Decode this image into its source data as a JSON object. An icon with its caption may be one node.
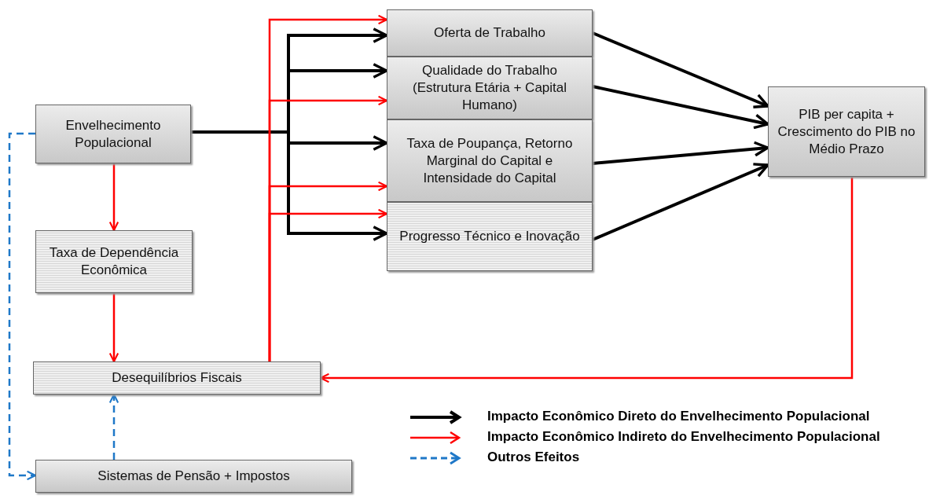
{
  "diagram": {
    "nodes": [
      {
        "text": [
          "Envelhecimento Populacional"
        ]
      },
      {
        "text": [
          "Oferta de Trabalho"
        ]
      },
      {
        "text": [
          "Qualidade do Trabalho (Estrutura Etária + Capital Humano)"
        ]
      },
      {
        "text": [
          "Taxa de Poupança, Retorno Marginal do Capital e Intensidade do Capital"
        ]
      },
      {
        "text": [
          "Progresso Técnico e Inovação"
        ]
      },
      {
        "text": [
          "PIB per capita + Crescimento do PIB no Médio Prazo"
        ]
      },
      {
        "text": [
          "Taxa de Dependência Econômica"
        ]
      },
      {
        "text": [
          "Desequilíbrios Fiscais"
        ]
      },
      {
        "text": [
          "Sistemas de Pensão + Impostos"
        ]
      }
    ],
    "edges": [
      {
        "from": 0,
        "to": 1,
        "arrow": "to"
      },
      {
        "from": 0,
        "to": 2,
        "arrow": "to"
      },
      {
        "from": 0,
        "to": 3,
        "arrow": "to"
      },
      {
        "from": 0,
        "to": 4,
        "arrow": "to"
      },
      {
        "from": 1,
        "to": 5,
        "arrow": "to"
      },
      {
        "from": 2,
        "to": 5,
        "arrow": "to"
      },
      {
        "from": 3,
        "to": 5,
        "arrow": "to"
      },
      {
        "from": 4,
        "to": 5,
        "arrow": "to"
      },
      {
        "from": 0,
        "to": 6,
        "arrow": "to",
        "color": "#ff0000"
      },
      {
        "from": 6,
        "to": 7,
        "arrow": "to",
        "color": "#ff0000"
      },
      {
        "from": 7,
        "to": 1,
        "arrow": "to",
        "color": "#ff0000"
      },
      {
        "from": 7,
        "to": 2,
        "arrow": "to",
        "color": "#ff0000"
      },
      {
        "from": 7,
        "to": 3,
        "arrow": "to",
        "color": "#ff0000"
      },
      {
        "from": 7,
        "to": 4,
        "arrow": "to",
        "color": "#ff0000"
      },
      {
        "from": 5,
        "to": 7,
        "arrow": "to",
        "color": "#ff0000"
      },
      {
        "from": 0,
        "to": 8,
        "arrow": "to",
        "style": "dashed",
        "color": "#1f78c8"
      },
      {
        "from": 8,
        "to": 7,
        "arrow": "to",
        "style": "dashed",
        "color": "#1f78c8"
      }
    ],
    "legend": [
      {
        "text": "Impacto Econômico Direto do Envelhecimento Populacional"
      },
      {
        "text": "Impacto Econômico Indireto do Envelhecimento Populacional"
      },
      {
        "text": "Outros Efeitos"
      }
    ]
  }
}
